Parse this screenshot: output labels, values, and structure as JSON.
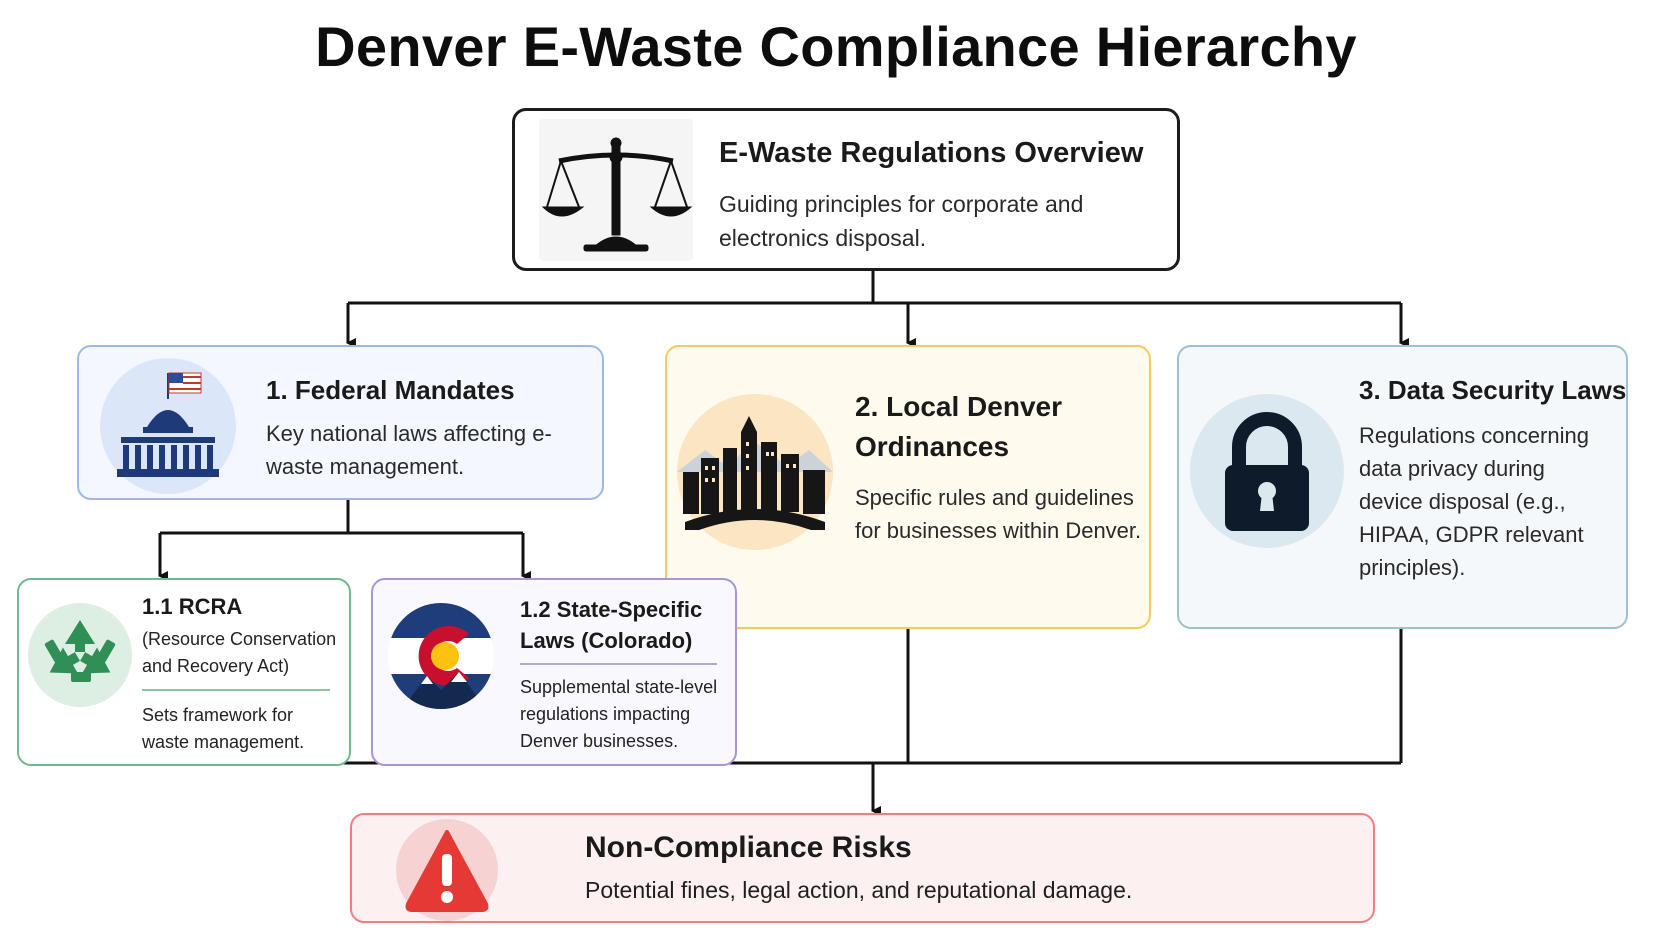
{
  "title": "Denver E-Waste Compliance Hierarchy",
  "nodes": {
    "overview": {
      "title": "E-Waste Regulations Overview",
      "description": "Guiding principles for corporate and electronics disposal.",
      "icon": "scales-of-justice-icon"
    },
    "federal": {
      "title": "1. Federal Mandates",
      "description": "Key national laws affecting e-waste management.",
      "icon": "capitol-building-icon"
    },
    "local": {
      "title": "2. Local Denver Ordinances",
      "description": "Specific rules and guidelines for businesses within Denver.",
      "icon": "city-skyline-icon"
    },
    "security": {
      "title": "3. Data Security Laws",
      "description": "Regulations concerning data privacy during device disposal (e.g., HIPAA, GDPR relevant principles).",
      "icon": "padlock-icon"
    },
    "rcra": {
      "title": "1.1 RCRA",
      "subtitle": "(Resource Conservation and Recovery Act)",
      "description": "Sets framework for waste management.",
      "icon": "recycle-icon"
    },
    "state": {
      "title": "1.2 State-Specific Laws (Colorado)",
      "description": "Supplemental state-level regulations impacting Denver businesses.",
      "icon": "colorado-flag-icon"
    },
    "risks": {
      "title": "Non-Compliance Risks",
      "description": "Potential fines, legal action, and reputational damage.",
      "icon": "warning-icon"
    }
  },
  "colors": {
    "federal_border": "#9db8e6",
    "local_border": "#f1cc58",
    "security_border": "#9fc1cc",
    "rcra_border": "#6fb98f",
    "state_border": "#a995d6",
    "risks_border": "#ee7f7f",
    "connector": "#111111"
  }
}
